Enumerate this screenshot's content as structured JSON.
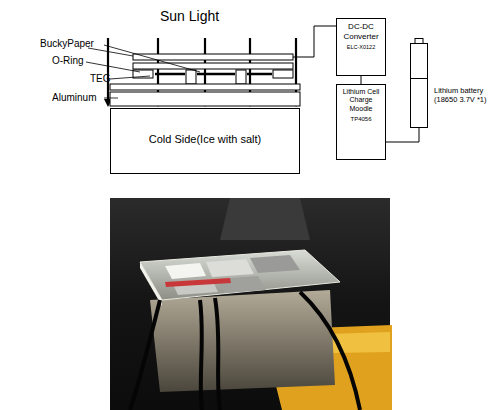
{
  "diagram": {
    "title": "Sun Light",
    "nodes": [
      {
        "text": [
          "Cold Side(Ice with salt)"
        ]
      },
      {
        "text": [
          "DC-DC Converter",
          "ELC-X0122"
        ]
      },
      {
        "text": [
          "Lithium Cell Charge Moodle",
          "TP4056"
        ]
      },
      {
        "text": [
          "Lithium battery (18650 3.7V *1)"
        ]
      }
    ],
    "edges": [
      {
        "from": 1,
        "to": 2,
        "arrow": "none"
      },
      {
        "from": 2,
        "to": 3,
        "arrow": "none"
      }
    ],
    "labels": [
      "BuckyPaper",
      "O-Ring",
      "TEG",
      "Aluminum"
    ]
  }
}
